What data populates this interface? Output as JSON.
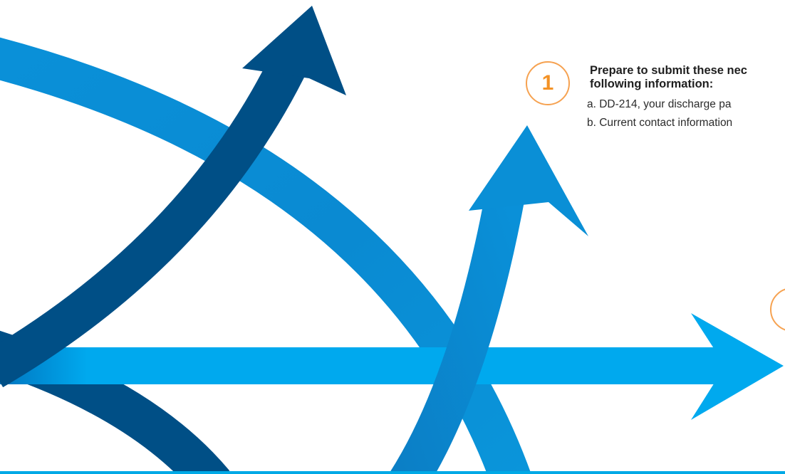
{
  "step_1": {
    "number": "1",
    "heading_line_1": "Prepare to submit these nec",
    "heading_line_2": "following information:",
    "items": [
      "a. DD-214, your discharge pa",
      "b. Current contact information"
    ]
  },
  "colors": {
    "arrow_dark": "#004f86",
    "arrow_mid": "#0a8fd6",
    "arrow_light": "#00a9ee",
    "accent_orange": "#f6a251",
    "text_dark": "#1f1f1f"
  },
  "icons": [
    "curved-arrow-icon",
    "horizontal-arrow-icon"
  ]
}
